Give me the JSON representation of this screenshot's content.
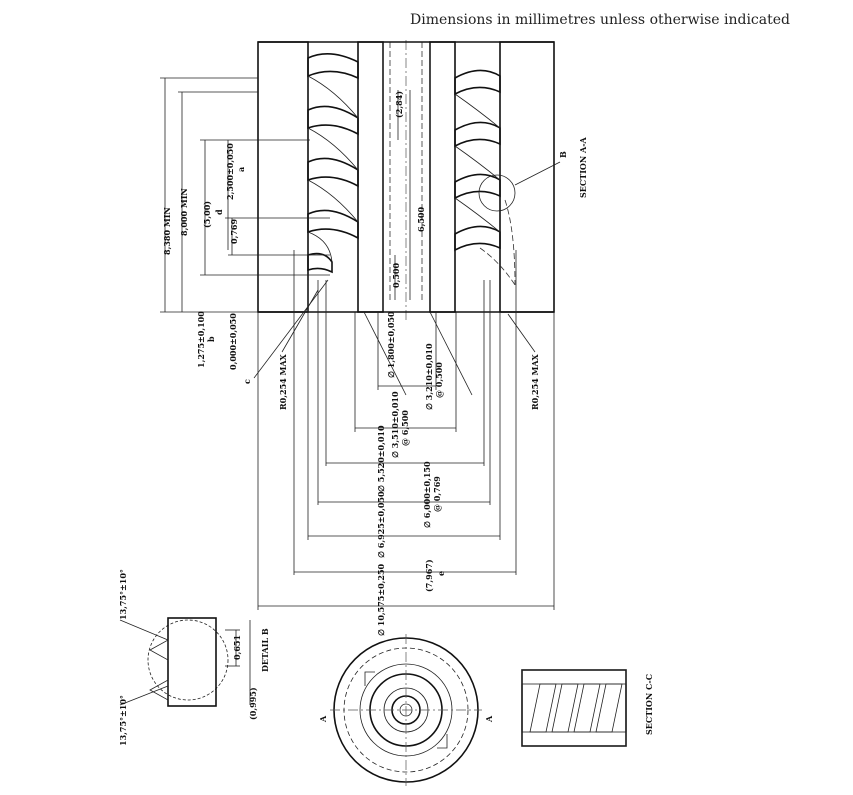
{
  "header": {
    "note": "Dimensions in millimetres unless otherwise indicated"
  },
  "views": {
    "section_aa": "SECTION A-A",
    "section_cc": "SECTION C-C",
    "detail_b": "DETAIL B"
  },
  "callouts": {
    "b_marker": "B",
    "c_marker": "c",
    "a_left": "A",
    "a_right": "A"
  },
  "dimensions": {
    "left": {
      "d_8380": "8,380 MIN",
      "d_8000": "8,000 MIN",
      "d_500": "(5,00)",
      "d_500_letter": "d",
      "d_2500": "2,500±0,050",
      "d_2500_letter": "a",
      "d_0769": "0,769",
      "d_1275": "1,275±0,100",
      "d_1275_letter": "b",
      "d_0000": "0,000±0,050",
      "r_left": "R0,254 MAX"
    },
    "center": {
      "d_284": "(2,84)",
      "d_6500": "6,500",
      "d_0500": "0,500",
      "dia_1800": "∅ 1,800±0,050",
      "dia_3210": "∅ 3,210±0,010",
      "dia_3210_at": "@ 0,500",
      "dia_3510": "∅ 3,510±0,010",
      "dia_3510_at": "@ 6,500",
      "dia_5520": "∅ 5,520±0,010",
      "dia_6000": "∅ 6,000±0,150",
      "dia_6000_at": "@ 0,769",
      "dia_6925": "∅ 6,925±0,050",
      "d_7967": "(7,967)",
      "d_7967_letter": "e",
      "dia_10575": "∅ 10,575±0,250",
      "r_right": "R0,254 MAX"
    },
    "detail": {
      "ang_top": "13,75°±10°",
      "ang_bottom": "13,75°±10°",
      "d_0651": "0,651",
      "d_0995": "(0,995)"
    }
  }
}
